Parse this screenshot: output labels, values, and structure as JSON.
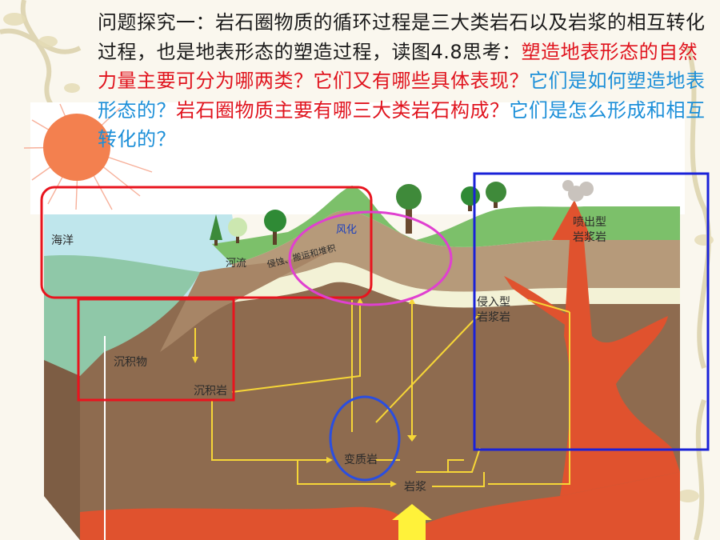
{
  "title": {
    "part1": "问题探究一：岩石圈物质的循环过程是三大类岩石以及岩浆的相互转化过程，也是地表形态的塑造过程，读图4.8思考：",
    "part2": "塑造地表形态的自然力量主要可分为哪两类？它们又有哪些具体表现？",
    "part3": "它们是如何塑造地表形态的？",
    "part4": "岩石圈物质主要有哪三大类岩石构成？",
    "part5": "它们是怎么形成和相互转化的？"
  },
  "labels": {
    "ocean": "海洋",
    "river": "河流",
    "erosion": "侵蚀、搬运和堆积",
    "weathering": "风化",
    "sediment": "沉积物",
    "sedimentary_rock": "沉积岩",
    "metamorphic_rock": "变质岩",
    "magma": "岩浆",
    "intrusive_line1": "侵入型",
    "intrusive_line2": "岩浆岩",
    "extrusive_line1": "喷出型",
    "extrusive_line2": "岩浆岩"
  },
  "colors": {
    "red_text": "#e0141e",
    "blue_text": "#1c8fd8",
    "highlight_red": "#e8141e",
    "highlight_magenta": "#e040d0",
    "highlight_blue": "#2a4ee0",
    "highlight_navy": "#1a22d8",
    "magma": "#e0522e",
    "arrow": "#f6d637"
  }
}
